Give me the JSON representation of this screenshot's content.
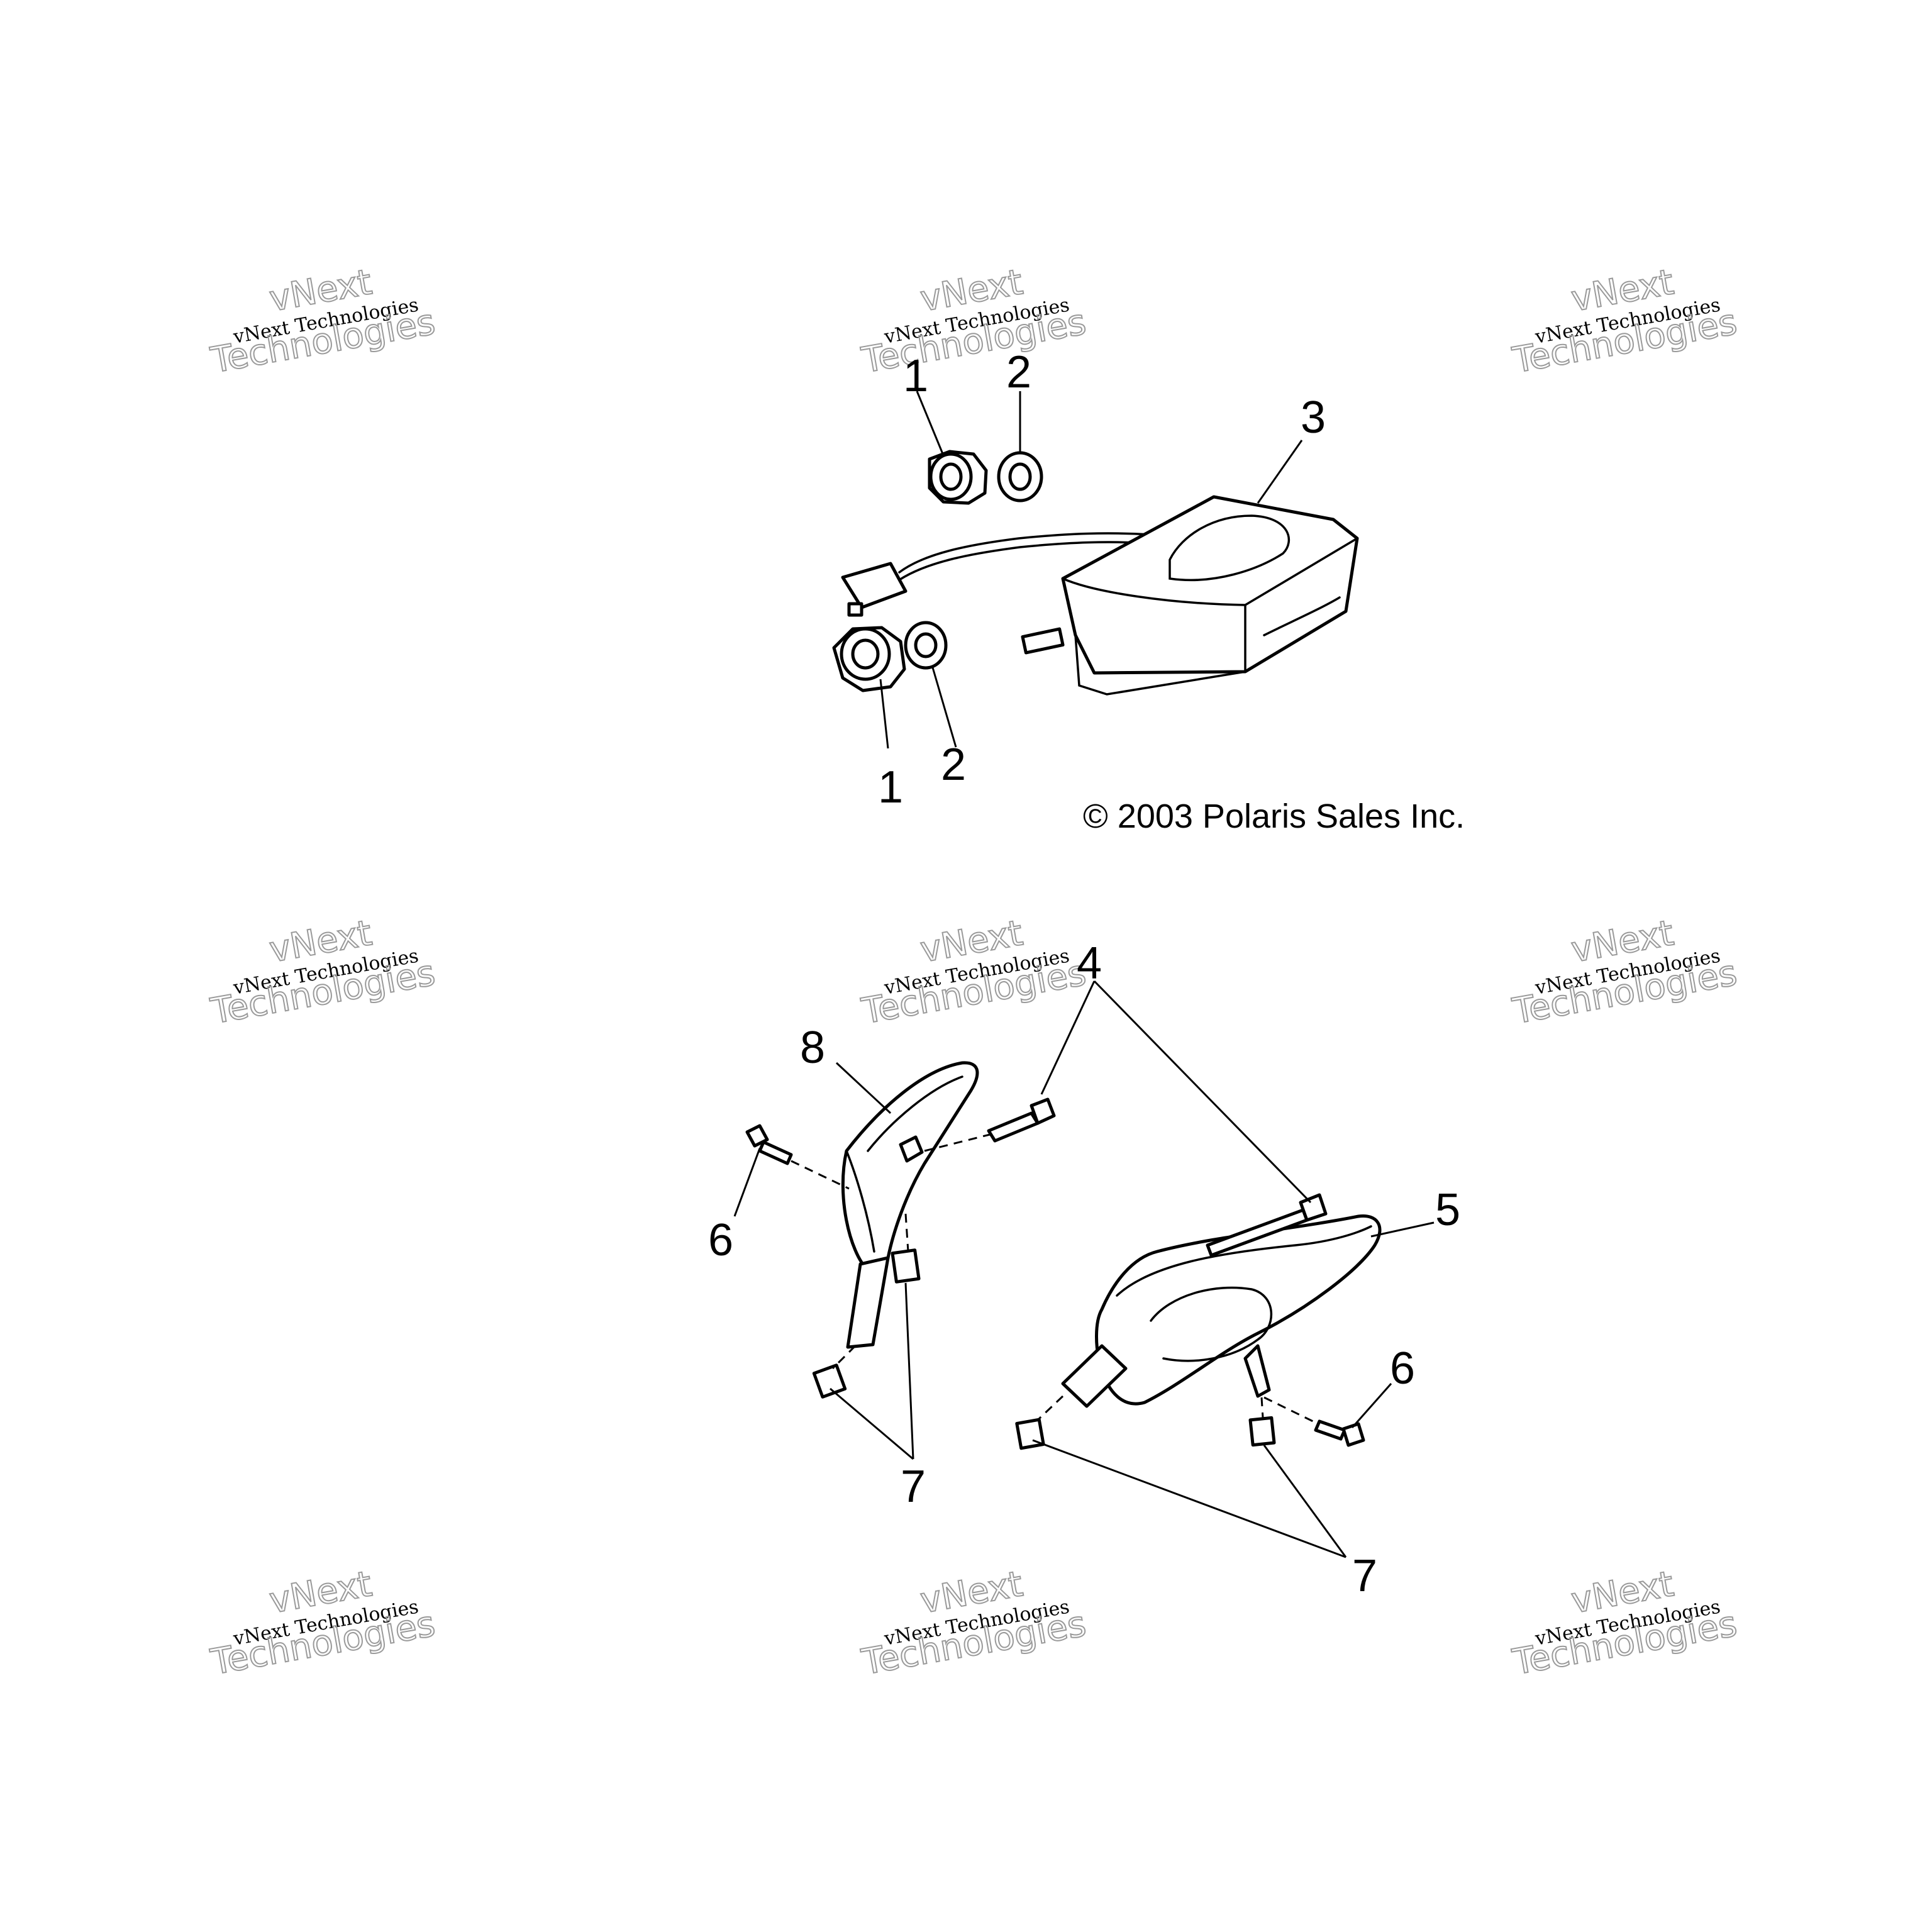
{
  "watermark": {
    "line_small": "vNext Technologies",
    "line_big_1": "vNext",
    "line_big_2": "Technologies"
  },
  "copyright": "© 2003 Polaris Sales Inc.",
  "callouts": {
    "nut_top": "1",
    "washer_top": "2",
    "headlight_top": "3",
    "nut_bottom": "1",
    "washer_bottom": "2",
    "screw": "4",
    "housing_right": "5",
    "bolt_left": "6",
    "bolt_right": "6",
    "clip_left": "7",
    "clip_right": "7",
    "housing_left": "8"
  }
}
